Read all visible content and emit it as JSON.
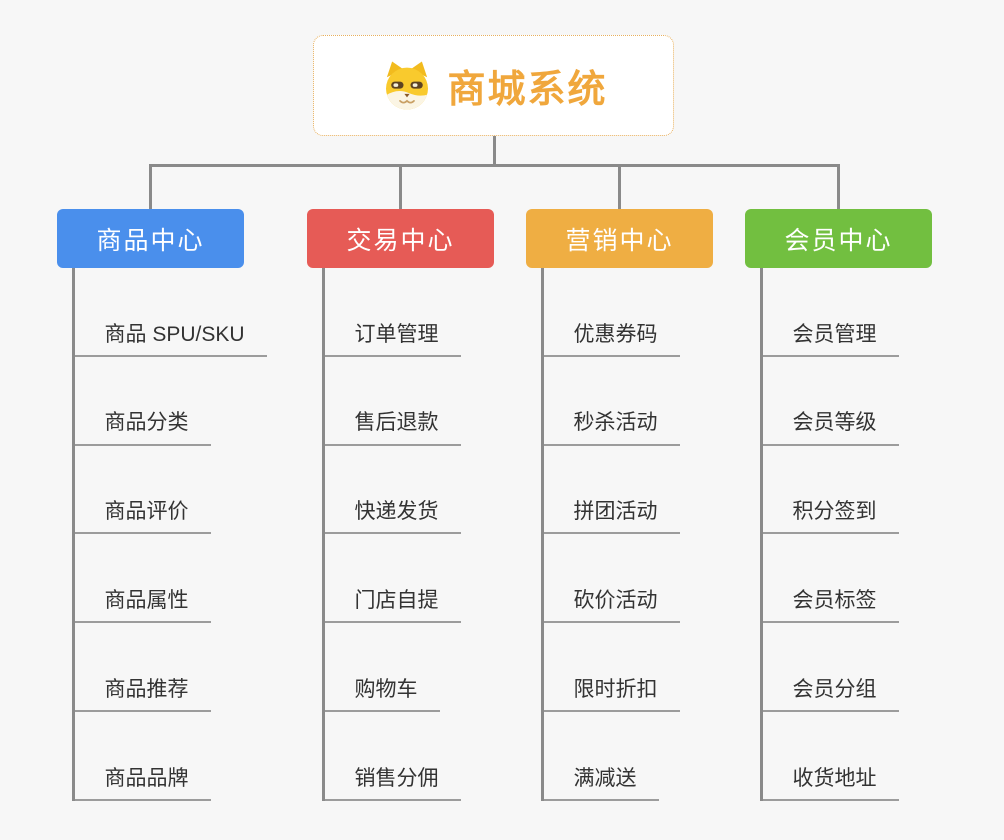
{
  "page": {
    "background_color": "#f7f7f7",
    "connector_color": "#8a8a8a",
    "leaf_underline_color": "#9c9c9c",
    "leaf_text_color": "#333333"
  },
  "root": {
    "title": "商城系统",
    "icon": "dog-face-icon",
    "title_color": "#f0a73c",
    "border_color": "#e8b05e",
    "background": "#ffffff"
  },
  "branches": [
    {
      "label": "商品中心",
      "color": "#4a8fec",
      "children": [
        "商品 SPU/SKU",
        "商品分类",
        "商品评价",
        "商品属性",
        "商品推荐",
        "商品品牌"
      ]
    },
    {
      "label": "交易中心",
      "color": "#e65b56",
      "children": [
        "订单管理",
        "售后退款",
        "快递发货",
        "门店自提",
        "购物车",
        "销售分佣"
      ]
    },
    {
      "label": "营销中心",
      "color": "#efae43",
      "children": [
        "优惠券码",
        "秒杀活动",
        "拼团活动",
        "砍价活动",
        "限时折扣",
        "满减送"
      ]
    },
    {
      "label": "会员中心",
      "color": "#72bf40",
      "children": [
        "会员管理",
        "会员等级",
        "积分签到",
        "会员标签",
        "会员分组",
        "收货地址"
      ]
    }
  ]
}
